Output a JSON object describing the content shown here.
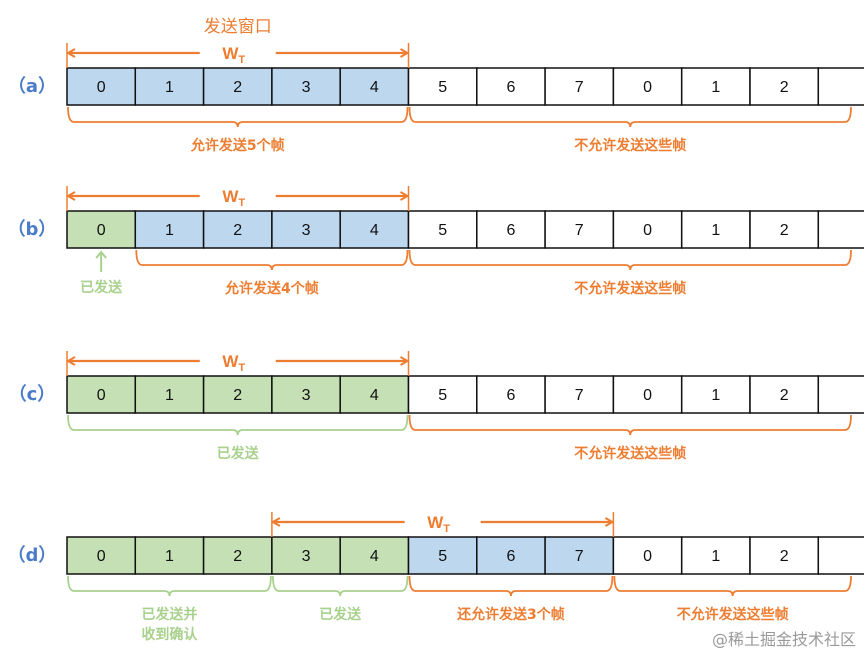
{
  "title": "发送窗口",
  "window_label": "W",
  "window_subscript": "T",
  "colors": {
    "sent": "#c5e0b4",
    "window": "#bdd7ee",
    "empty": "#ffffff",
    "orange": "#ed7d31",
    "green": "#a9d18e",
    "label_blue": "#4a7cc8",
    "border": "#111111"
  },
  "rows": [
    {
      "label": "（a）",
      "cells": [
        {
          "v": "0",
          "s": "window"
        },
        {
          "v": "1",
          "s": "window"
        },
        {
          "v": "2",
          "s": "window"
        },
        {
          "v": "3",
          "s": "window"
        },
        {
          "v": "4",
          "s": "window"
        },
        {
          "v": "5",
          "s": "empty"
        },
        {
          "v": "6",
          "s": "empty"
        },
        {
          "v": "7",
          "s": "empty"
        },
        {
          "v": "0",
          "s": "empty"
        },
        {
          "v": "1",
          "s": "empty"
        },
        {
          "v": "2",
          "s": "empty"
        },
        {
          "v": "",
          "s": "empty"
        }
      ],
      "window": [
        0,
        4
      ],
      "braces": [
        {
          "from": 0,
          "to": 4,
          "color": "orange",
          "text": [
            "允许发送5个帧"
          ]
        },
        {
          "from": 5,
          "to": 11,
          "color": "orange",
          "text": [
            "不允许发送这些帧"
          ]
        }
      ]
    },
    {
      "label": "（b）",
      "cells": [
        {
          "v": "0",
          "s": "sent"
        },
        {
          "v": "1",
          "s": "window"
        },
        {
          "v": "2",
          "s": "window"
        },
        {
          "v": "3",
          "s": "window"
        },
        {
          "v": "4",
          "s": "window"
        },
        {
          "v": "5",
          "s": "empty"
        },
        {
          "v": "6",
          "s": "empty"
        },
        {
          "v": "7",
          "s": "empty"
        },
        {
          "v": "0",
          "s": "empty"
        },
        {
          "v": "1",
          "s": "empty"
        },
        {
          "v": "2",
          "s": "empty"
        },
        {
          "v": "",
          "s": "empty"
        }
      ],
      "window": [
        0,
        4
      ],
      "pointer": {
        "cell": 0,
        "color": "green",
        "text": "已发送"
      },
      "braces": [
        {
          "from": 1,
          "to": 4,
          "color": "orange",
          "text": [
            "允许发送4个帧"
          ]
        },
        {
          "from": 5,
          "to": 11,
          "color": "orange",
          "text": [
            "不允许发送这些帧"
          ]
        }
      ]
    },
    {
      "label": "（c）",
      "cells": [
        {
          "v": "0",
          "s": "sent"
        },
        {
          "v": "1",
          "s": "sent"
        },
        {
          "v": "2",
          "s": "sent"
        },
        {
          "v": "3",
          "s": "sent"
        },
        {
          "v": "4",
          "s": "sent"
        },
        {
          "v": "5",
          "s": "empty"
        },
        {
          "v": "6",
          "s": "empty"
        },
        {
          "v": "7",
          "s": "empty"
        },
        {
          "v": "0",
          "s": "empty"
        },
        {
          "v": "1",
          "s": "empty"
        },
        {
          "v": "2",
          "s": "empty"
        },
        {
          "v": "",
          "s": "empty"
        }
      ],
      "window": [
        0,
        4
      ],
      "braces": [
        {
          "from": 0,
          "to": 4,
          "color": "green",
          "text": [
            "已发送"
          ]
        },
        {
          "from": 5,
          "to": 11,
          "color": "orange",
          "text": [
            "不允许发送这些帧"
          ]
        }
      ]
    },
    {
      "label": "（d）",
      "cells": [
        {
          "v": "0",
          "s": "sent"
        },
        {
          "v": "1",
          "s": "sent"
        },
        {
          "v": "2",
          "s": "sent"
        },
        {
          "v": "3",
          "s": "sent"
        },
        {
          "v": "4",
          "s": "sent"
        },
        {
          "v": "5",
          "s": "window"
        },
        {
          "v": "6",
          "s": "window"
        },
        {
          "v": "7",
          "s": "window"
        },
        {
          "v": "0",
          "s": "empty"
        },
        {
          "v": "1",
          "s": "empty"
        },
        {
          "v": "2",
          "s": "empty"
        },
        {
          "v": "",
          "s": "empty"
        }
      ],
      "window": [
        3,
        7
      ],
      "braces": [
        {
          "from": 0,
          "to": 2,
          "color": "green",
          "text": [
            "已发送并",
            "收到确认"
          ]
        },
        {
          "from": 3,
          "to": 4,
          "color": "green",
          "text": [
            "已发送"
          ]
        },
        {
          "from": 5,
          "to": 7,
          "color": "orange",
          "text": [
            "还允许发送3个帧"
          ]
        },
        {
          "from": 8,
          "to": 11,
          "color": "orange",
          "text": [
            "不允许发送这些帧"
          ]
        }
      ]
    }
  ],
  "watermark": "@稀土掘金技术社区"
}
